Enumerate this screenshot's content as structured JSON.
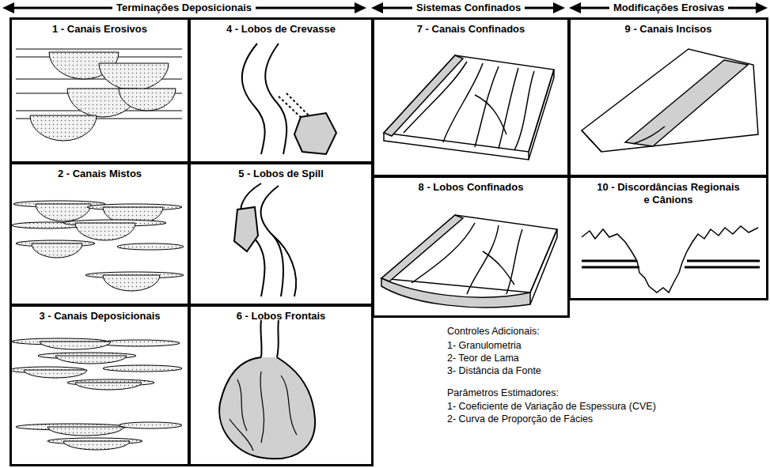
{
  "diagram": {
    "nodes": [
      {
        "text": [
          "1 - Canais Erosivos"
        ]
      },
      {
        "text": [
          "2 - Canais Mistos"
        ]
      },
      {
        "text": [
          "3 - Canais Deposicionais"
        ]
      },
      {
        "text": [
          "4 - Lobos de Crevasse"
        ]
      },
      {
        "text": [
          "5 - Lobos de Spill"
        ]
      },
      {
        "text": [
          "6 - Lobos Frontais"
        ]
      },
      {
        "text": [
          "7 - Canais Confinados"
        ]
      },
      {
        "text": [
          "8 - Lobos Confinados"
        ]
      },
      {
        "text": [
          "9 - Canais Incisos"
        ]
      },
      {
        "text": [
          "10 - Discordâncias Regionais e Cânions"
        ]
      }
    ],
    "labels": [
      "Terminações Deposicionais",
      "Sistemas Confinados",
      "Modificações Erosivas",
      "Controles Adicionais:",
      "1- Granulometria",
      "2- Teor de Lama",
      "3- Distância da Fonte",
      "Parâmetros Estimadores:",
      "1- Coeficiente de Variação de Espessura (CVE)",
      "2- Curva de Proporção de Fácies"
    ]
  }
}
